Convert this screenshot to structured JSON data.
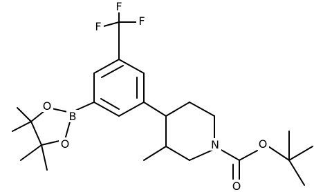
{
  "molecule": {
    "atoms": [
      {
        "id": "F1",
        "label": "F"
      },
      {
        "id": "F2",
        "label": "F"
      },
      {
        "id": "F3",
        "label": "F"
      },
      {
        "id": "O1",
        "label": "O"
      },
      {
        "id": "B1",
        "label": "B"
      },
      {
        "id": "O2",
        "label": "O"
      },
      {
        "id": "N1",
        "label": "N"
      },
      {
        "id": "O3",
        "label": "O"
      },
      {
        "id": "O4",
        "label": "O"
      }
    ]
  }
}
